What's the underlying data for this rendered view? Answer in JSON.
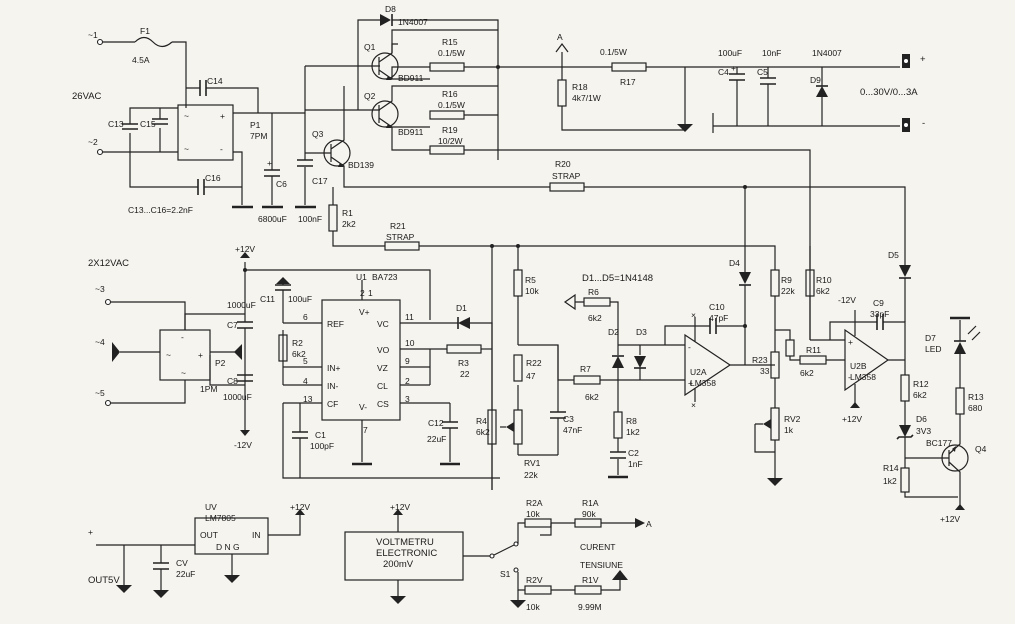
{
  "title": "Laboratory power supply 0...30V / 0...3A schematic",
  "inputs": {
    "t1": "~1",
    "t2": "~2",
    "t3": "~3",
    "t4": "~4",
    "t5": "~5",
    "ac_main": "26VAC",
    "ac_aux": "2X12VAC"
  },
  "output": {
    "plus": "+",
    "minus": "-",
    "range": "0...30V/0...3A",
    "out5v_plus": "+",
    "out5v": "OUT5V"
  },
  "notes": {
    "caps_note": "C13...C16=2.2nF",
    "diodes_note": "D1...D5=1N4148"
  },
  "components": {
    "F1": {
      "ref": "F1",
      "value": "4.5A"
    },
    "P1": {
      "ref": "P1",
      "value": "7PM"
    },
    "P2": {
      "ref": "P2",
      "value": "1PM"
    },
    "C13": {
      "ref": "C13"
    },
    "C14": {
      "ref": "C14"
    },
    "C15": {
      "ref": "C15"
    },
    "C16": {
      "ref": "C16"
    },
    "C6": {
      "ref": "C6",
      "value": "6800uF"
    },
    "C17": {
      "ref": "C17",
      "value": "100nF"
    },
    "D8": {
      "ref": "D8",
      "value": "1N4007"
    },
    "Q1": {
      "ref": "Q1",
      "value": "BD911"
    },
    "Q2": {
      "ref": "Q2",
      "value": "BD911"
    },
    "Q3": {
      "ref": "Q3",
      "value": "BD139"
    },
    "R15": {
      "ref": "R15",
      "value": "0.1/5W"
    },
    "R16": {
      "ref": "R16",
      "value": "0.1/5W"
    },
    "R19": {
      "ref": "R19",
      "value": "10/2W"
    },
    "R18": {
      "ref": "R18",
      "value": "4k7/1W"
    },
    "R17": {
      "ref": "R17",
      "value": "0.1/5W"
    },
    "testpoint_A": "A",
    "C4": {
      "ref": "C4",
      "value": "100uF"
    },
    "C5": {
      "ref": "C5",
      "value": "10nF"
    },
    "D9": {
      "ref": "D9",
      "value": "1N4007"
    },
    "R20": {
      "ref": "R20",
      "value": "STRAP"
    },
    "R1": {
      "ref": "R1",
      "value": "2k2"
    },
    "R21": {
      "ref": "R21",
      "value": "STRAP"
    },
    "U1": {
      "ref": "U1",
      "value": "BA723",
      "pins": [
        {
          "num": "6",
          "name": "REF"
        },
        {
          "num": "5",
          "name": "IN+"
        },
        {
          "num": "4",
          "name": "IN-"
        },
        {
          "num": "13",
          "name": "CF"
        },
        {
          "num": "11",
          "name": "VC"
        },
        {
          "num": "10",
          "name": "VO"
        },
        {
          "num": "9",
          "name": "VZ"
        },
        {
          "num": "2",
          "name": "CL"
        },
        {
          "num": "3",
          "name": "CS"
        },
        {
          "num": "12",
          "name": "V+"
        },
        {
          "num": "7",
          "name": "V-"
        }
      ]
    },
    "C11": {
      "ref": "C11",
      "value": "100uF"
    },
    "C7": {
      "ref": "C7",
      "value": "1000uF"
    },
    "C8": {
      "ref": "C8",
      "value": "1000uF"
    },
    "R2": {
      "ref": "R2",
      "value": "6k2"
    },
    "C1": {
      "ref": "C1",
      "value": "100pF"
    },
    "D1": {
      "ref": "D1"
    },
    "R3": {
      "ref": "R3",
      "value": "22"
    },
    "C12": {
      "ref": "C12",
      "value": "22uF"
    },
    "R4": {
      "ref": "R4",
      "value": "6k2"
    },
    "R5": {
      "ref": "R5",
      "value": "10k"
    },
    "R22": {
      "ref": "R22",
      "value": "47"
    },
    "RV1": {
      "ref": "RV1",
      "value": "22k"
    },
    "C3": {
      "ref": "C3",
      "value": "47nF"
    },
    "R6": {
      "ref": "R6",
      "value": "6k2"
    },
    "R7": {
      "ref": "R7",
      "value": "6k2"
    },
    "R8": {
      "ref": "R8",
      "value": "1k2"
    },
    "C2": {
      "ref": "C2",
      "value": "1nF"
    },
    "D2": {
      "ref": "D2"
    },
    "D3": {
      "ref": "D3"
    },
    "D4": {
      "ref": "D4"
    },
    "D5": {
      "ref": "D5"
    },
    "C10": {
      "ref": "C10",
      "value": "47pF"
    },
    "U2A": {
      "ref": "U2A",
      "value": "LM358"
    },
    "U2B": {
      "ref": "U2B",
      "value": "LM358"
    },
    "R9": {
      "ref": "R9",
      "value": "22k"
    },
    "R10": {
      "ref": "R10",
      "value": "6k2"
    },
    "R23": {
      "ref": "R23",
      "value": "33"
    },
    "RV2": {
      "ref": "RV2",
      "value": "1k"
    },
    "R11": {
      "ref": "R11",
      "value": "6k2"
    },
    "C9": {
      "ref": "C9",
      "value": "33pF"
    },
    "R12": {
      "ref": "R12",
      "value": "6k2"
    },
    "D6": {
      "ref": "D6",
      "value": "3V3"
    },
    "D7": {
      "ref": "D7",
      "value": "LED"
    },
    "R13": {
      "ref": "R13",
      "value": "680"
    },
    "R14": {
      "ref": "R14",
      "value": "1k2"
    },
    "Q4": {
      "ref": "Q4",
      "value": "BC177"
    },
    "UV": {
      "ref": "UV",
      "value": "LM7805",
      "pin_out": "OUT",
      "pin_in": "IN",
      "pin_gnd": "D N G"
    },
    "CV": {
      "ref": "CV",
      "value": "22uF"
    },
    "meter": {
      "line1": "VOLTMETRU",
      "line2": "ELECTRONIC",
      "line3": "200mV"
    },
    "S1": {
      "ref": "S1",
      "pos1": "CURENT",
      "pos2": "TENSIUNE"
    },
    "R2A": {
      "ref": "R2A",
      "value": "10k"
    },
    "R1A": {
      "ref": "R1A",
      "value": "90k"
    },
    "R2V": {
      "ref": "R2V",
      "value": "10k"
    },
    "R1V": {
      "ref": "R1V",
      "value": "9.99M"
    },
    "meter_A": "A"
  },
  "rails": {
    "p12": "+12V",
    "m12": "-12V"
  }
}
